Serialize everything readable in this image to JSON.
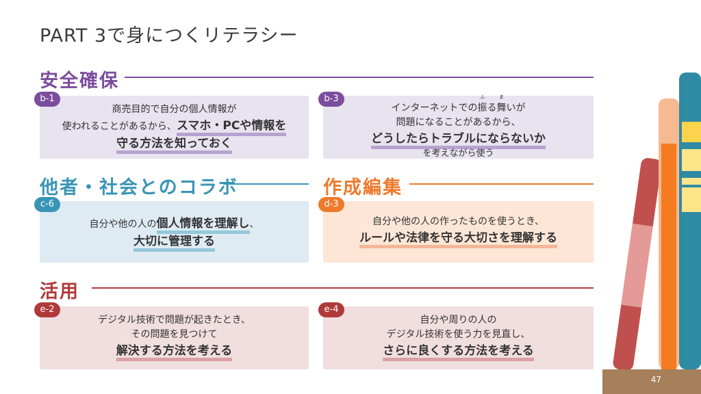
{
  "title": "PART 3で身につくリテラシー",
  "sections": {
    "safety": {
      "heading": "安全確保",
      "color": "#7b4d9c"
    },
    "collab": {
      "heading": "他者・社会とのコラボ",
      "color": "#3a95b5"
    },
    "create": {
      "heading": "作成編集",
      "color": "#ee7a2c"
    },
    "use": {
      "heading": "活用",
      "color": "#b03a3a"
    }
  },
  "cards": {
    "b1": {
      "badge": "b-1",
      "line1": "商売目的で自分の個人情報が",
      "line2a": "使われることがあるから、",
      "line2b": "スマホ・PCや情報を",
      "line3": "守る方法を知っておく"
    },
    "b3": {
      "badge": "b-3",
      "line1a": "インターネットでの",
      "furi1": "ふ",
      "kanji1": "振",
      "line1b": "る",
      "furi2": "ま",
      "kanji2": "舞",
      "line1c": "いが",
      "line2": "問題になることがあるから、",
      "line3": "どうしたらトラブルにならないか",
      "line4": "を考えながら使う"
    },
    "c6": {
      "badge": "c-6",
      "line1a": "自分や他の人の",
      "line1b": "個人情報を理解し",
      "line1c": "、",
      "line2": "大切に管理する"
    },
    "d3": {
      "badge": "d-3",
      "line1": "自分や他の人の作ったものを使うとき、",
      "line2": "ルールや法律を守る大切さを理解する"
    },
    "e2": {
      "badge": "e-2",
      "line1": "デジタル技術で問題が起きたとき、",
      "line2": "その問題を見つけて",
      "line3": "解決する方法を考える"
    },
    "e4": {
      "badge": "e-4",
      "line1": "自分や周りの人の",
      "line2": "デジタル技術を使う力を見直し、",
      "line3": "さらに良くする方法を考える"
    }
  },
  "page_number": "47",
  "colors": {
    "purple_card": "#e7e3ef",
    "blue_card": "#deebf2",
    "orange_card": "#fde6d6",
    "red_card": "#f1dede",
    "badge_purple": "#7b4d9c",
    "badge_blue": "#3a95b5",
    "badge_orange": "#ee7a2c",
    "badge_red": "#b03a3a"
  }
}
